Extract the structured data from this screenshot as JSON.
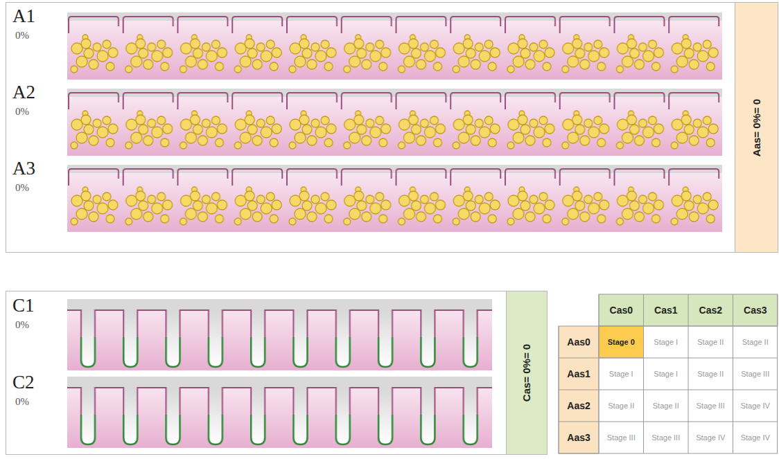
{
  "diagram": {
    "nodes": [
      {
        "text": [
          "Aas= 0%= 0"
        ]
      },
      {
        "text": [
          "Cas= 0%= 0"
        ]
      }
    ],
    "labels": [
      "A1",
      "0%",
      "A2",
      "0%",
      "A3",
      "0%",
      "C1",
      "0%",
      "C2",
      "0%",
      "Cas0",
      "Cas1",
      "Cas2",
      "Cas3",
      "Aas0",
      "Stage 0",
      "Stage I",
      "Stage II",
      "Stage II",
      "Aas1",
      "Stage I",
      "Stage I",
      "Stage II",
      "Stage III",
      "Aas2",
      "Stage II",
      "Stage II",
      "Stage III",
      "Stage IV",
      "Aas3",
      "Stage III",
      "Stage III",
      "Stage IV",
      "Stage IV"
    ]
  }
}
